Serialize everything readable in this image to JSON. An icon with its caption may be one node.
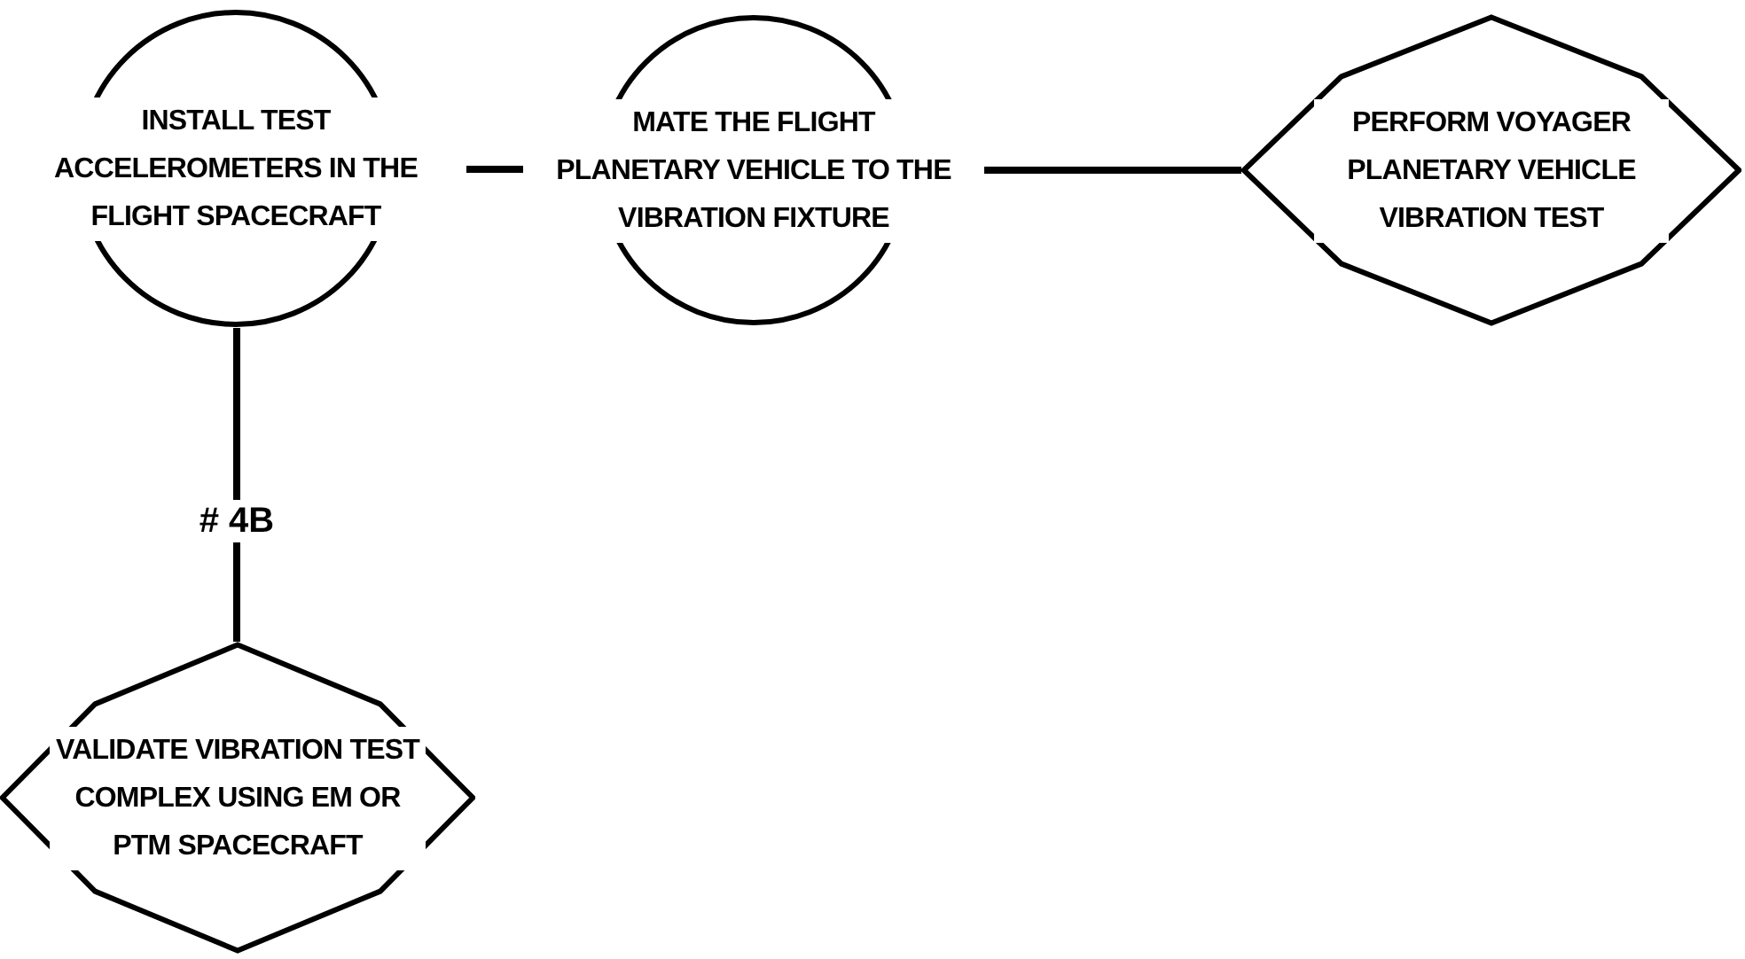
{
  "diagram": {
    "nodes": [
      {
        "text": [
          "INSTALL TEST ACCELEROMETERS IN THE FLIGHT SPACECRAFT"
        ]
      },
      {
        "text": [
          "MATE THE FLIGHT PLANETARY VEHICLE TO THE VIBRATION FIXTURE"
        ]
      },
      {
        "text": [
          "PERFORM VOYAGER PLANETARY VEHICLE VIBRATION TEST"
        ]
      },
      {
        "text": [
          "VALIDATE VIBRATION TEST COMPLEX USING EM OR PTM SPACECRAFT"
        ]
      }
    ],
    "edges": [
      {
        "from": 0,
        "to": 1,
        "arrow": "none"
      },
      {
        "from": 1,
        "to": 2,
        "arrow": "none"
      },
      {
        "from": 0,
        "to": 3,
        "arrow": "none",
        "label": "# 4B"
      }
    ]
  }
}
